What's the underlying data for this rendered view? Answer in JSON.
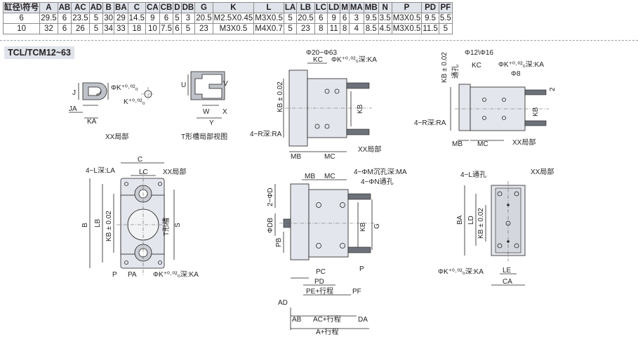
{
  "table": {
    "headers": [
      "缸径\\符号",
      "A",
      "AB",
      "AC",
      "AD",
      "B",
      "BA",
      "C",
      "CA",
      "CB",
      "D",
      "DB",
      "G",
      "K",
      "L",
      "LA",
      "LB",
      "LC",
      "LD",
      "M",
      "MA",
      "MB",
      "N",
      "P",
      "PD",
      "PF"
    ],
    "rows": [
      [
        "6",
        "29.5",
        "6",
        "23.5",
        "5",
        "30",
        "29",
        "14.5",
        "9",
        "6",
        "5",
        "3",
        "20.5",
        "M2.5X0.45",
        "M3X0.5",
        "5",
        "20.5",
        "6",
        "9",
        "6",
        "3",
        "9.5",
        "3.5",
        "M3X0.5",
        "9.5",
        "5.5"
      ],
      [
        "10",
        "32",
        "6",
        "26",
        "5",
        "34",
        "33",
        "18",
        "10",
        "7.5",
        "6",
        "5",
        "23",
        "M3X0.5",
        "M4X0.7",
        "5",
        "23",
        "8",
        "11",
        "8",
        "4",
        "8.5",
        "4.5",
        "M3X0.5",
        "11.5",
        "5"
      ]
    ]
  },
  "series_title": "TCL/TCM12~63",
  "labels": {
    "xx_detail": "XX局部",
    "t_slot": "T形槽局部视图",
    "phi_20_63": "Φ20~Φ63",
    "phi_12_16": "Φ12\\Φ16",
    "phi_8": "Φ8",
    "kc": "KC",
    "mb": "MB",
    "mc": "MC",
    "kb": "KB",
    "kb_tol": "KB ± 0.02",
    "phik_ka": "ΦK⁺⁰·⁰²₀深:KA",
    "phik": "ΦK⁺⁰·⁰²₀",
    "k": "K⁺⁰·⁰²₀",
    "r_ra": "4−R深:RA",
    "xx": "XX局部",
    "j": "J",
    "ja": "JA",
    "ka": "KA",
    "u": "U",
    "v": "V",
    "w": "W",
    "x": "X",
    "y": "Y",
    "through": "通孔",
    "two": "2",
    "c": "C",
    "lc": "LC",
    "la": "4−L深:LA",
    "b": "B",
    "lb": "LB",
    "s": "S",
    "t_slot_short": "T形槽",
    "p": "P",
    "pa": "PA",
    "m_ma": "4−ΦM沉孔深:MA",
    "n_thru": "4−ΦN通孔",
    "two_d": "2−ΦD",
    "db": "ΦDB",
    "pb": "PB",
    "g": "G",
    "pc": "PC",
    "pd": "PD",
    "pe": "PE+行程",
    "pf": "PF",
    "ad": "AD",
    "ab": "AB",
    "ac": "AC+行程",
    "da": "DA",
    "a": "A+行程",
    "l_thru": "4−L通孔",
    "ba": "BA",
    "ld": "LD",
    "le": "LE",
    "ca": "CA"
  }
}
